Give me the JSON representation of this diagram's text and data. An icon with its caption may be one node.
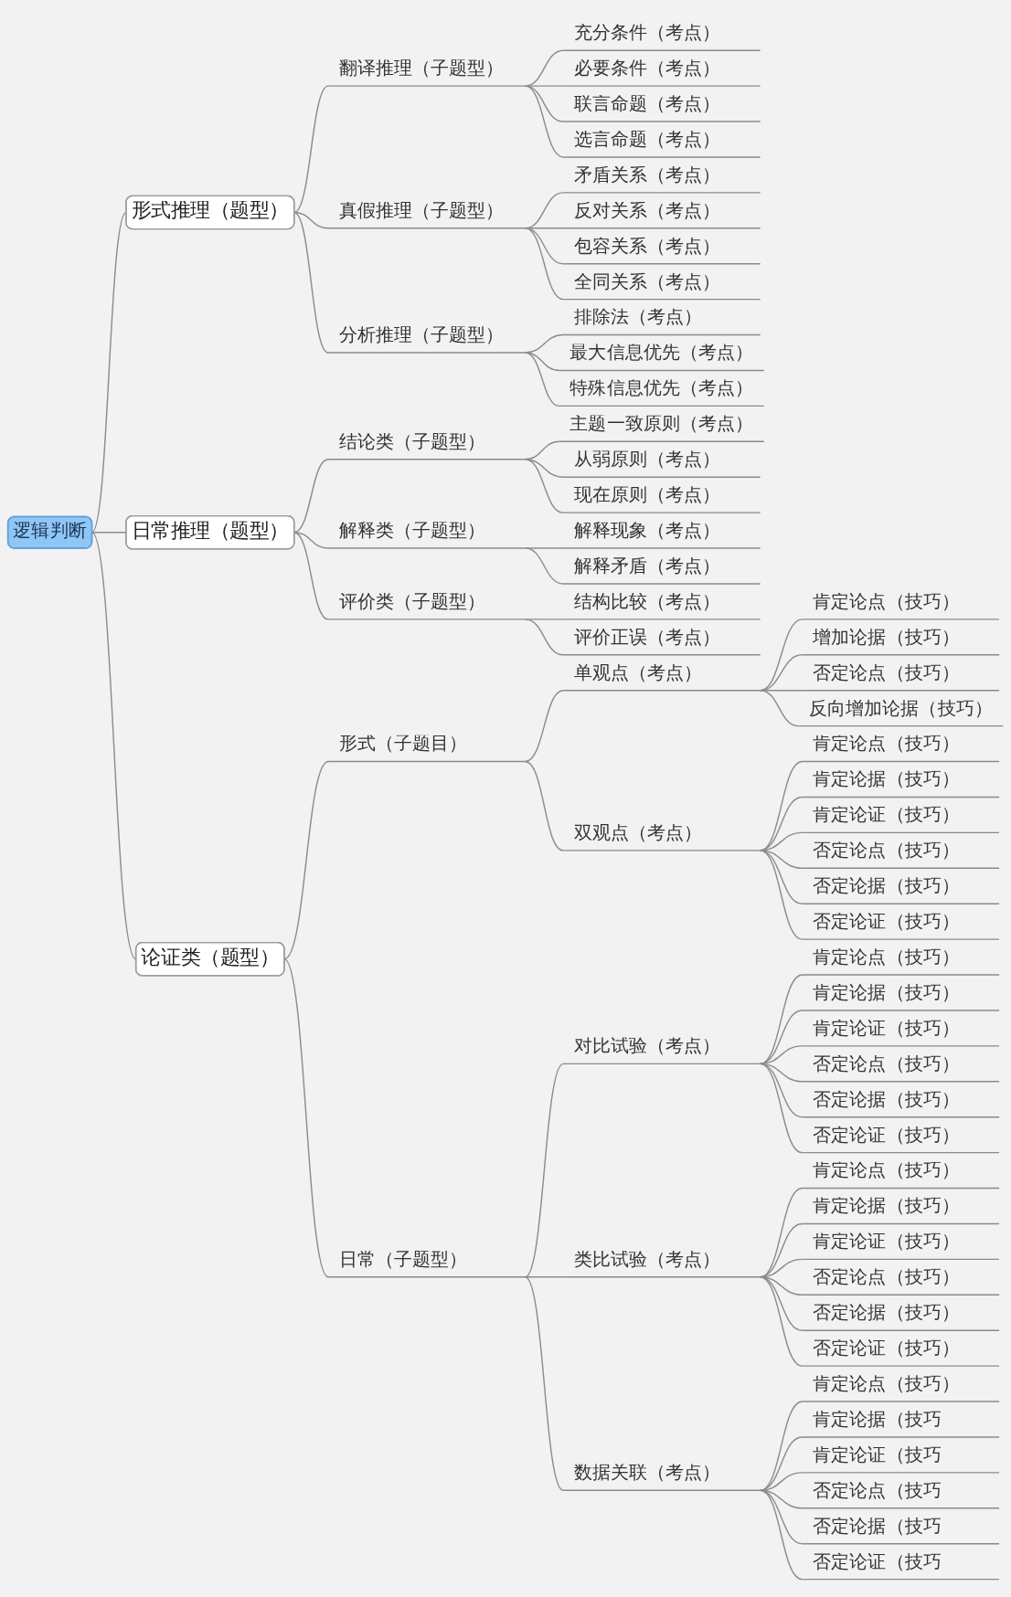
{
  "diagram": {
    "nodes": [
      {
        "text": [
          "逻辑判断"
        ]
      },
      {
        "text": [
          "形式推理（题型）"
        ]
      },
      {
        "text": [
          "翻译推理（子题型）"
        ]
      },
      {
        "text": [
          "充分条件（考点）"
        ]
      },
      {
        "text": [
          "必要条件（考点）"
        ]
      },
      {
        "text": [
          "联言命题（考点）"
        ]
      },
      {
        "text": [
          "选言命题（考点）"
        ]
      },
      {
        "text": [
          "真假推理（子题型）"
        ]
      },
      {
        "text": [
          "矛盾关系（考点）"
        ]
      },
      {
        "text": [
          "反对关系（考点）"
        ]
      },
      {
        "text": [
          "包容关系（考点）"
        ]
      },
      {
        "text": [
          "全同关系（考点）"
        ]
      },
      {
        "text": [
          "分析推理（子题型）"
        ]
      },
      {
        "text": [
          "排除法（考点）"
        ]
      },
      {
        "text": [
          "最大信息优先（考点）"
        ]
      },
      {
        "text": [
          "特殊信息优先（考点）"
        ]
      },
      {
        "text": [
          "日常推理（题型）"
        ]
      },
      {
        "text": [
          "结论类（子题型）"
        ]
      },
      {
        "text": [
          "主题一致原则（考点）"
        ]
      },
      {
        "text": [
          "从弱原则（考点）"
        ]
      },
      {
        "text": [
          "现在原则（考点）"
        ]
      },
      {
        "text": [
          "解释类（子题型）"
        ]
      },
      {
        "text": [
          "解释现象（考点）"
        ]
      },
      {
        "text": [
          "解释矛盾（考点）"
        ]
      },
      {
        "text": [
          "评价类（子题型）"
        ]
      },
      {
        "text": [
          "结构比较（考点）"
        ]
      },
      {
        "text": [
          "评价正误（考点）"
        ]
      },
      {
        "text": [
          "论证类（题型）"
        ]
      },
      {
        "text": [
          "形式（子题目）"
        ]
      },
      {
        "text": [
          "单观点（考点）"
        ]
      },
      {
        "text": [
          "肯定论点（技巧）"
        ]
      },
      {
        "text": [
          "增加论据（技巧）"
        ]
      },
      {
        "text": [
          "否定论点（技巧）"
        ]
      },
      {
        "text": [
          "反向增加论据（技巧）"
        ]
      },
      {
        "text": [
          "双观点（考点）"
        ]
      },
      {
        "text": [
          "肯定论点（技巧）"
        ]
      },
      {
        "text": [
          "肯定论据（技巧）"
        ]
      },
      {
        "text": [
          "肯定论证（技巧）"
        ]
      },
      {
        "text": [
          "否定论点（技巧）"
        ]
      },
      {
        "text": [
          "否定论据（技巧）"
        ]
      },
      {
        "text": [
          "否定论证（技巧）"
        ]
      },
      {
        "text": [
          "日常（子题型）"
        ]
      },
      {
        "text": [
          "对比试验（考点）"
        ]
      },
      {
        "text": [
          "肯定论点（技巧）"
        ]
      },
      {
        "text": [
          "肯定论据（技巧）"
        ]
      },
      {
        "text": [
          "肯定论证（技巧）"
        ]
      },
      {
        "text": [
          "否定论点（技巧）"
        ]
      },
      {
        "text": [
          "否定论据（技巧）"
        ]
      },
      {
        "text": [
          "否定论证（技巧）"
        ]
      },
      {
        "text": [
          "类比试验（考点）"
        ]
      },
      {
        "text": [
          "肯定论点（技巧）"
        ]
      },
      {
        "text": [
          "肯定论据（技巧）"
        ]
      },
      {
        "text": [
          "肯定论证（技巧）"
        ]
      },
      {
        "text": [
          "否定论点（技巧）"
        ]
      },
      {
        "text": [
          "否定论据（技巧）"
        ]
      },
      {
        "text": [
          "否定论证（技巧）"
        ]
      },
      {
        "text": [
          "数据关联（考点）"
        ]
      },
      {
        "text": [
          "肯定论点（技巧）"
        ]
      },
      {
        "text": [
          "肯定论据（技巧"
        ]
      },
      {
        "text": [
          "肯定论证（技巧"
        ]
      },
      {
        "text": [
          "否定论点（技巧"
        ]
      },
      {
        "text": [
          "否定论据（技巧"
        ]
      },
      {
        "text": [
          "否定论证（技巧"
        ]
      }
    ],
    "edges": [
      {
        "from": 0,
        "to": 1,
        "arrow": "none"
      },
      {
        "from": 1,
        "to": 2,
        "arrow": "none"
      },
      {
        "from": 2,
        "to": 3,
        "arrow": "none"
      },
      {
        "from": 2,
        "to": 4,
        "arrow": "none"
      },
      {
        "from": 2,
        "to": 5,
        "arrow": "none"
      },
      {
        "from": 2,
        "to": 6,
        "arrow": "none"
      },
      {
        "from": 1,
        "to": 7,
        "arrow": "none"
      },
      {
        "from": 7,
        "to": 8,
        "arrow": "none"
      },
      {
        "from": 7,
        "to": 9,
        "arrow": "none"
      },
      {
        "from": 7,
        "to": 10,
        "arrow": "none"
      },
      {
        "from": 7,
        "to": 11,
        "arrow": "none"
      },
      {
        "from": 1,
        "to": 12,
        "arrow": "none"
      },
      {
        "from": 12,
        "to": 13,
        "arrow": "none"
      },
      {
        "from": 12,
        "to": 14,
        "arrow": "none"
      },
      {
        "from": 12,
        "to": 15,
        "arrow": "none"
      },
      {
        "from": 0,
        "to": 16,
        "arrow": "none"
      },
      {
        "from": 16,
        "to": 17,
        "arrow": "none"
      },
      {
        "from": 17,
        "to": 18,
        "arrow": "none"
      },
      {
        "from": 17,
        "to": 19,
        "arrow": "none"
      },
      {
        "from": 17,
        "to": 20,
        "arrow": "none"
      },
      {
        "from": 16,
        "to": 21,
        "arrow": "none"
      },
      {
        "from": 21,
        "to": 22,
        "arrow": "none"
      },
      {
        "from": 21,
        "to": 23,
        "arrow": "none"
      },
      {
        "from": 16,
        "to": 24,
        "arrow": "none"
      },
      {
        "from": 24,
        "to": 25,
        "arrow": "none"
      },
      {
        "from": 24,
        "to": 26,
        "arrow": "none"
      },
      {
        "from": 0,
        "to": 27,
        "arrow": "none"
      },
      {
        "from": 27,
        "to": 28,
        "arrow": "none"
      },
      {
        "from": 28,
        "to": 29,
        "arrow": "none"
      },
      {
        "from": 29,
        "to": 30,
        "arrow": "none"
      },
      {
        "from": 29,
        "to": 31,
        "arrow": "none"
      },
      {
        "from": 29,
        "to": 32,
        "arrow": "none"
      },
      {
        "from": 29,
        "to": 33,
        "arrow": "none"
      },
      {
        "from": 28,
        "to": 34,
        "arrow": "none"
      },
      {
        "from": 34,
        "to": 35,
        "arrow": "none"
      },
      {
        "from": 34,
        "to": 36,
        "arrow": "none"
      },
      {
        "from": 34,
        "to": 37,
        "arrow": "none"
      },
      {
        "from": 34,
        "to": 38,
        "arrow": "none"
      },
      {
        "from": 34,
        "to": 39,
        "arrow": "none"
      },
      {
        "from": 34,
        "to": 40,
        "arrow": "none"
      },
      {
        "from": 27,
        "to": 41,
        "arrow": "none"
      },
      {
        "from": 41,
        "to": 42,
        "arrow": "none"
      },
      {
        "from": 42,
        "to": 43,
        "arrow": "none"
      },
      {
        "from": 42,
        "to": 44,
        "arrow": "none"
      },
      {
        "from": 42,
        "to": 45,
        "arrow": "none"
      },
      {
        "from": 42,
        "to": 46,
        "arrow": "none"
      },
      {
        "from": 42,
        "to": 47,
        "arrow": "none"
      },
      {
        "from": 42,
        "to": 48,
        "arrow": "none"
      },
      {
        "from": 41,
        "to": 49,
        "arrow": "none"
      },
      {
        "from": 49,
        "to": 50,
        "arrow": "none"
      },
      {
        "from": 49,
        "to": 51,
        "arrow": "none"
      },
      {
        "from": 49,
        "to": 52,
        "arrow": "none"
      },
      {
        "from": 49,
        "to": 53,
        "arrow": "none"
      },
      {
        "from": 49,
        "to": 54,
        "arrow": "none"
      },
      {
        "from": 49,
        "to": 55,
        "arrow": "none"
      },
      {
        "from": 41,
        "to": 56,
        "arrow": "none"
      },
      {
        "from": 56,
        "to": 57,
        "arrow": "none"
      },
      {
        "from": 56,
        "to": 58,
        "arrow": "none"
      },
      {
        "from": 56,
        "to": 59,
        "arrow": "none"
      },
      {
        "from": 56,
        "to": 60,
        "arrow": "none"
      },
      {
        "from": 56,
        "to": 61,
        "arrow": "none"
      },
      {
        "from": 56,
        "to": 62,
        "arrow": "none"
      }
    ]
  }
}
